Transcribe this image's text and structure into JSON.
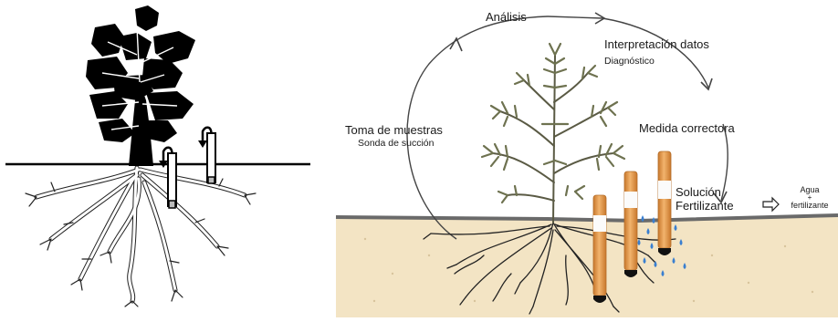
{
  "cycle_labels": {
    "analysis": "Análisis",
    "interpretation_title": "Interpretación datos",
    "interpretation_sub": "Diagnóstico",
    "sampling_title": "Toma de muestras",
    "sampling_sub": "Sonda de succión",
    "correction": "Medida correctora",
    "solution_line1": "Solución",
    "solution_line2": "Fertilizante",
    "water_line1": "Agua",
    "water_plus": "+",
    "water_line2": "fertilizante"
  },
  "colors": {
    "soil": "#f3e4c4",
    "ground_line": "#666666",
    "tube_orange": "#e49a48",
    "tube_white": "#fbfbfb",
    "water": "#3a7fd0",
    "ink": "#111111",
    "plant": "#6e7250"
  }
}
